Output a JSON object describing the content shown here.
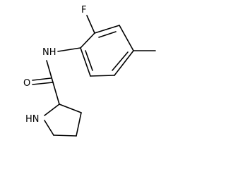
{
  "molecule": {
    "atoms": {
      "fluorine": "F",
      "amide_nh": "NH",
      "carbonyl_oxygen": "O",
      "ring_nh": "HN"
    }
  }
}
